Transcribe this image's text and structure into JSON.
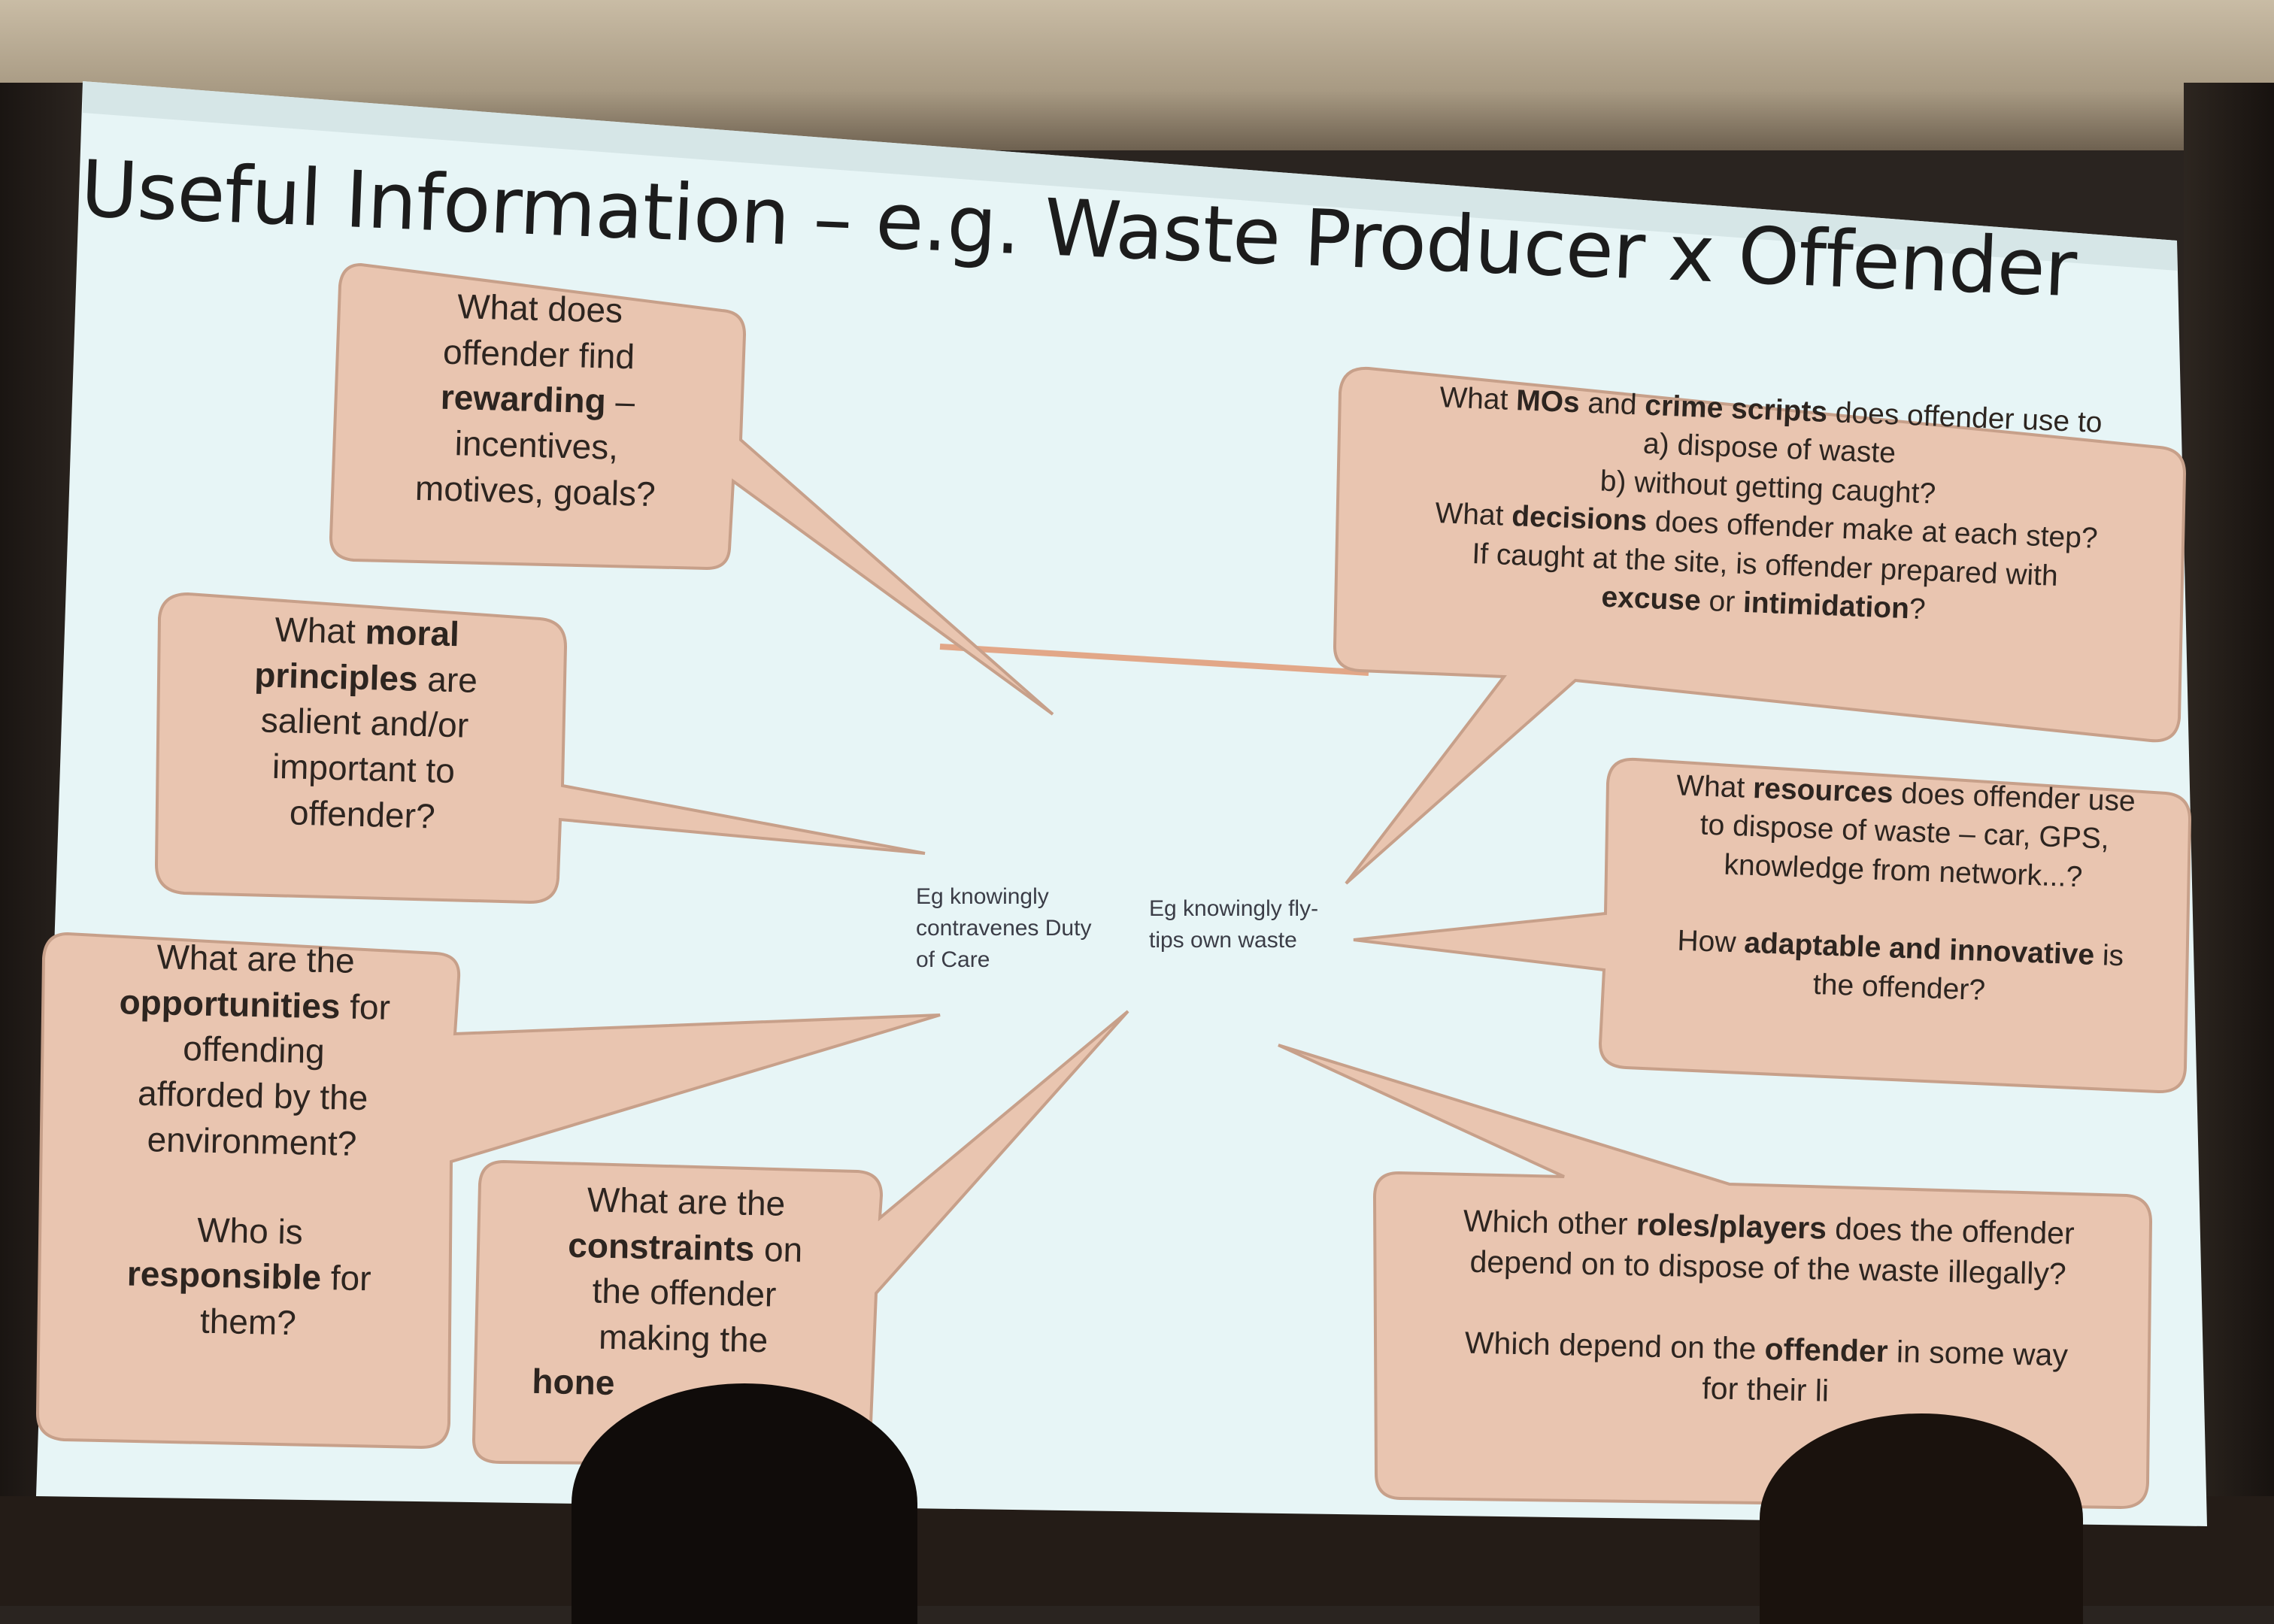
{
  "slide": {
    "title": "Useful Information – e.g. Waste Producer x Offender",
    "center_labels": {
      "left": [
        "Eg knowingly",
        "contravenes Duty",
        "of Care"
      ],
      "right": [
        "Eg knowingly fly-",
        "tips own waste"
      ]
    },
    "callouts": {
      "rewarding": {
        "lines": [
          "What does",
          "offender find"
        ],
        "bold": "rewarding",
        "after_bold": " –",
        "rest": [
          "incentives,",
          "motives, goals?"
        ]
      },
      "moral": {
        "l1_pre": "What ",
        "l1_bold": "moral",
        "l2_bold": "principles",
        "l2_post": " are",
        "rest": [
          "salient and/or",
          "important to",
          "offender?"
        ]
      },
      "opportunities": {
        "l1": "What are the",
        "l2_bold": "opportunities",
        "l2_post": " for",
        "rest": [
          "offending",
          "afforded by the",
          "environment?"
        ],
        "q2_l1": "Who is",
        "q2_bold": "responsible",
        "q2_post": " for",
        "q2_l3": "them?"
      },
      "constraints": {
        "l1": "What are the",
        "l2_bold": "constraints",
        "l2_post": " on",
        "rest": [
          "the offender",
          "making the"
        ],
        "last_bold_partial": "hone"
      },
      "mos": {
        "l1_pre": "What ",
        "l1_b1": "MOs",
        "l1_mid": " and ",
        "l1_b2": "crime scripts",
        "l1_post": " does offender use to",
        "item_a": "a)   dispose of waste",
        "item_b": "b)   without getting caught?",
        "l4_pre": "What ",
        "l4_bold": "decisions",
        "l4_post": " does offender make at each step?",
        "l5": "If caught at the site, is offender prepared with",
        "l6_b1": "excuse",
        "l6_mid": " or ",
        "l6_b2": "intimidation",
        "l6_post": "?"
      },
      "resources": {
        "l1_pre": "What ",
        "l1_bold": "resources",
        "l1_post": " does offender use",
        "l2": "to dispose of waste – car, GPS,",
        "l3": "knowledge from network...?",
        "l4_pre": "How ",
        "l4_bold": "adaptable and innovative",
        "l4_post": " is",
        "l5": "the offender?"
      },
      "roles": {
        "l1_pre": "Which other ",
        "l1_bold": "roles/players",
        "l1_post": " does the offender",
        "l2": "depend on to dispose of the waste illegally?",
        "l3_pre": "Which depend on the ",
        "l3_bold": "offender",
        "l3_post": " in some way",
        "l4": "for their li"
      }
    }
  },
  "colors": {
    "slide_background": "#e7f5f6",
    "callout_fill": "#e9c5b0",
    "callout_stroke": "#c7a08a",
    "text": "#2d2520"
  }
}
